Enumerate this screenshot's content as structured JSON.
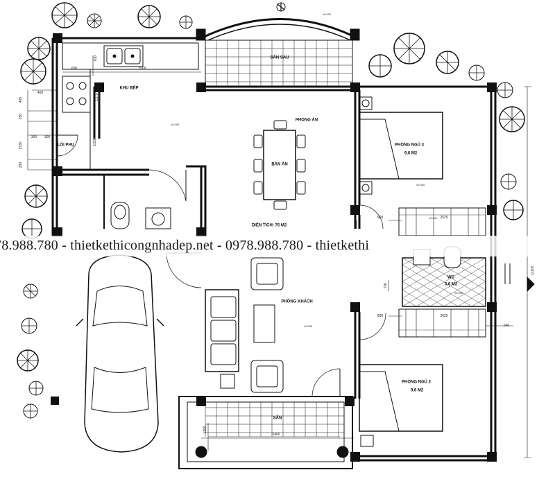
{
  "rooms": {
    "san_sau": "SÂN SAU",
    "khu_bep": "KHU BẾP",
    "phong_an": "PHÒNG ĂN",
    "ban_an": "BÀN ĂN",
    "phong_ngu_3": "PHÒNG NGỦ 3",
    "phong_ngu_3_area": "9,6 M2",
    "loi_phu": "LỐI PHỤ",
    "dien_tich": "DIỆN TÍCH: 76 M2",
    "phong_khach": "PHÒNG KHÁCH",
    "wc": "WC",
    "wc_area": "3,6 M2",
    "phong_ngu_2": "PHÒNG NGỦ 2",
    "phong_ngu_2_area": "9,6 M2",
    "san": "SÂN"
  },
  "dimensions": {
    "d600": "600",
    "d2500": "2500",
    "d630": "630",
    "d400": "400",
    "d1370": "1370",
    "d465": "465",
    "d250a": "250",
    "d1530": "1530",
    "d300a": "300",
    "d300b": "300",
    "d1330": "1330",
    "d250b": "250",
    "d900a": "900",
    "d900b": "900",
    "d2625a": "2625",
    "d2625b": "2625",
    "d540": "540",
    "d700": "700",
    "d2400": "2400",
    "d1200": "1200",
    "d11100": "11100"
  },
  "elevations": {
    "e_top": "±0.000",
    "e_kitchen": "±0.000",
    "e_bed3": "±0.000",
    "e_wc": "±0.000",
    "e_living": "±0.000",
    "e_right": "±0.000"
  },
  "watermark": "78.988.780 - thietkethicongnhadep.net - 0978.988.780 - thietkethi"
}
